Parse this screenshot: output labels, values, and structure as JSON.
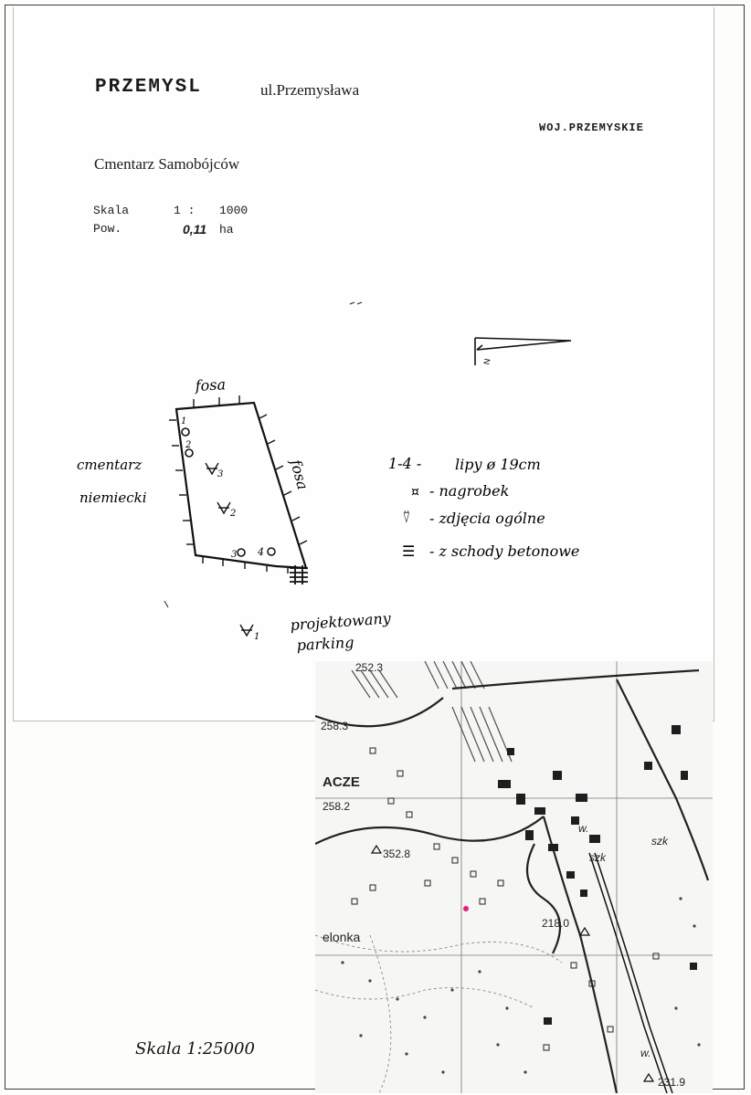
{
  "header": {
    "title": "PRZEMYSL",
    "street": "ul.Przemysława",
    "region": "WOJ.PRZEMYSKIE",
    "subject": "Cmentarz Samobójców",
    "scale_label": "Skala",
    "scale_sep": "1 :",
    "scale_value": "1000",
    "area_label": "Pow.",
    "area_value": "0,11",
    "area_unit": "ha"
  },
  "plan": {
    "label_top": "fosa",
    "label_right": "fosa",
    "label_left_1": "cmentarz",
    "label_left_2": "niemiecki",
    "trees": [
      "1",
      "2",
      "3",
      "4"
    ],
    "photo_points": [
      "3",
      "2",
      "1"
    ],
    "north": "N",
    "project_label_1": "projektowany",
    "project_label_2": "parking"
  },
  "legend": [
    {
      "symbol": "1-4 -",
      "text": "lipy ø 19cm"
    },
    {
      "symbol": "¤",
      "text": "- nagrobek"
    },
    {
      "symbol": "⍢",
      "text": "- zdjęcia ogólne"
    },
    {
      "symbol": "☰",
      "text": "- z schody betonowe"
    }
  ],
  "map": {
    "labels": [
      "252.3",
      "258.3",
      "ACZE",
      "258.2",
      "352.8",
      "elonka",
      "218.0",
      "w.",
      "szk",
      "szk",
      "w.",
      "231.9"
    ],
    "scale_text": "Skala 1:25000"
  },
  "colors": {
    "ink": "#1b1b1b",
    "paper": "#fdfdfc",
    "map_bg": "#f6f6f4",
    "marker": "#e0207a"
  }
}
